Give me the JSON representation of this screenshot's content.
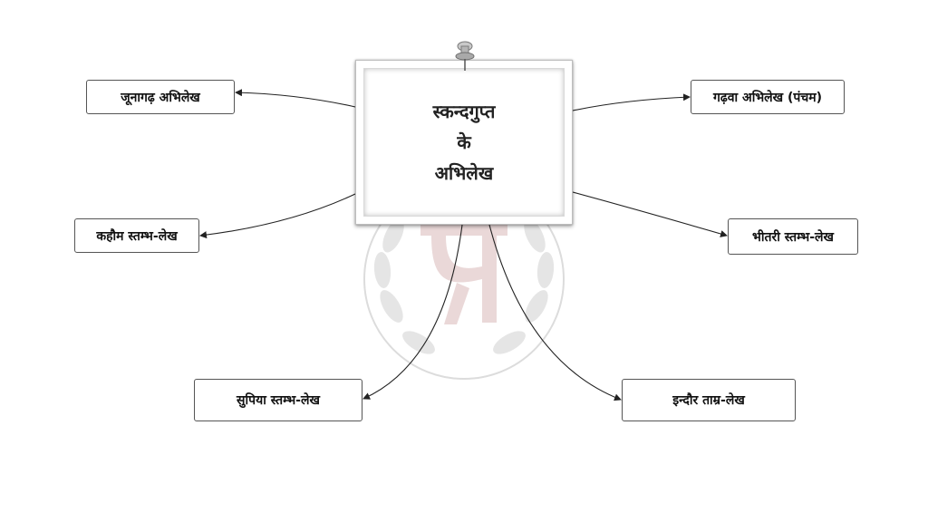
{
  "center": {
    "line1": "स्कन्दगुप्त",
    "line2": "के",
    "line3": "अभिलेख"
  },
  "nodes": {
    "junagadh": "जूनागढ़ अभिलेख",
    "kahaum": "कहौम स्तम्भ-लेख",
    "supiya": "सुपिया स्तम्भ-लेख",
    "gadhwa": "गढ़वा अभिलेख (पंचम)",
    "bhitari": "भीतरी स्तम्भ-लेख",
    "indore": "इन्दौर ताम्र-लेख"
  },
  "colors": {
    "connector": "#222222",
    "watermark": "#c9a4a4",
    "watermark_leaf": "#d8d8d8"
  }
}
